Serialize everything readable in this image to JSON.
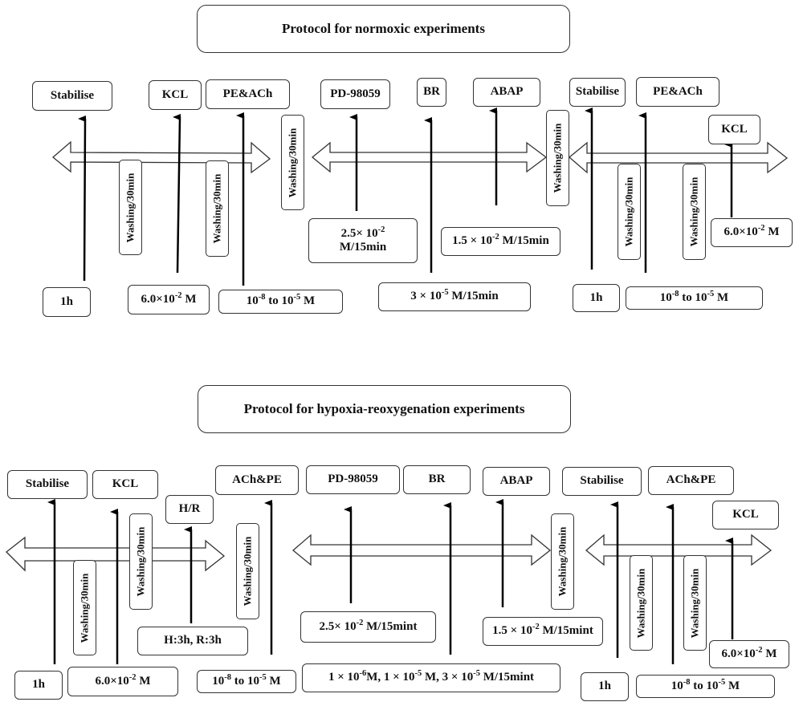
{
  "normoxic": {
    "title": "Protocol for normoxic experiments",
    "phases": [
      {
        "agent": "Stabilise",
        "dose": "1h"
      },
      {
        "agent": "KCL",
        "dose_base": "6.0×10",
        "dose_exp": "-2",
        "dose_unit": " M"
      },
      {
        "agent": "PE&ACh",
        "dose_a": "10",
        "dose_a_exp": "-8",
        "dose_mid": " to 10",
        "dose_b_exp": "-5",
        "dose_unit": " M"
      },
      {
        "agent": "PD-98059",
        "dose_line1_base": "2.5× 10",
        "dose_line1_exp": "-2",
        "dose_line2": "M/15min"
      },
      {
        "agent": "BR",
        "dose_base": "3 × 10",
        "dose_exp": "-5",
        "dose_unit": " M/15min"
      },
      {
        "agent": "ABAP",
        "dose_base": "1.5 × 10",
        "dose_exp": "-2",
        "dose_unit": " M/15min"
      },
      {
        "agent": "Stabilise",
        "dose": "1h"
      },
      {
        "agent": "PE&ACh",
        "dose_a": "10",
        "dose_a_exp": "-8",
        "dose_mid": " to 10",
        "dose_b_exp": "-5",
        "dose_unit": " M"
      },
      {
        "agent": "KCL",
        "dose_base": "6.0×10",
        "dose_exp": "-2",
        "dose_unit": " M"
      }
    ],
    "washing": "Washing/30min"
  },
  "hypoxia": {
    "title": "Protocol for hypoxia-reoxygenation experiments",
    "phases": [
      {
        "agent": "Stabilise",
        "dose": "1h"
      },
      {
        "agent": "KCL",
        "dose_base": "6.0×10",
        "dose_exp": "-2",
        "dose_unit": " M"
      },
      {
        "agent": "H/R",
        "dose": "H:3h, R:3h"
      },
      {
        "agent": "ACh&PE",
        "dose_a": "10",
        "dose_a_exp": "-8",
        "dose_mid": " to 10",
        "dose_b_exp": "-5",
        "dose_unit": " M"
      },
      {
        "agent": "PD-98059",
        "dose_base": "2.5× 10",
        "dose_exp": "-2",
        "dose_unit": " M/15mint"
      },
      {
        "agent": "BR",
        "dose_p1": "1 × 10",
        "dose_p1_exp": "-6",
        "dose_p2": "M, 1 × 10",
        "dose_p2_exp": "-5",
        "dose_p3": " M, 3 × 10",
        "dose_p3_exp": "-5",
        "dose_unit": " M/15mint"
      },
      {
        "agent": "ABAP",
        "dose_base": "1.5 × 10",
        "dose_exp": "-2",
        "dose_unit": " M/15mint"
      },
      {
        "agent": "Stabilise",
        "dose": "1h"
      },
      {
        "agent": "ACh&PE",
        "dose_a": "10",
        "dose_a_exp": "-8",
        "dose_mid": " to 10",
        "dose_b_exp": "-5",
        "dose_unit": " M"
      },
      {
        "agent": "KCL",
        "dose_base": "6.0×10",
        "dose_exp": "-2",
        "dose_unit": " M"
      }
    ],
    "washing": "Washing/30min"
  }
}
